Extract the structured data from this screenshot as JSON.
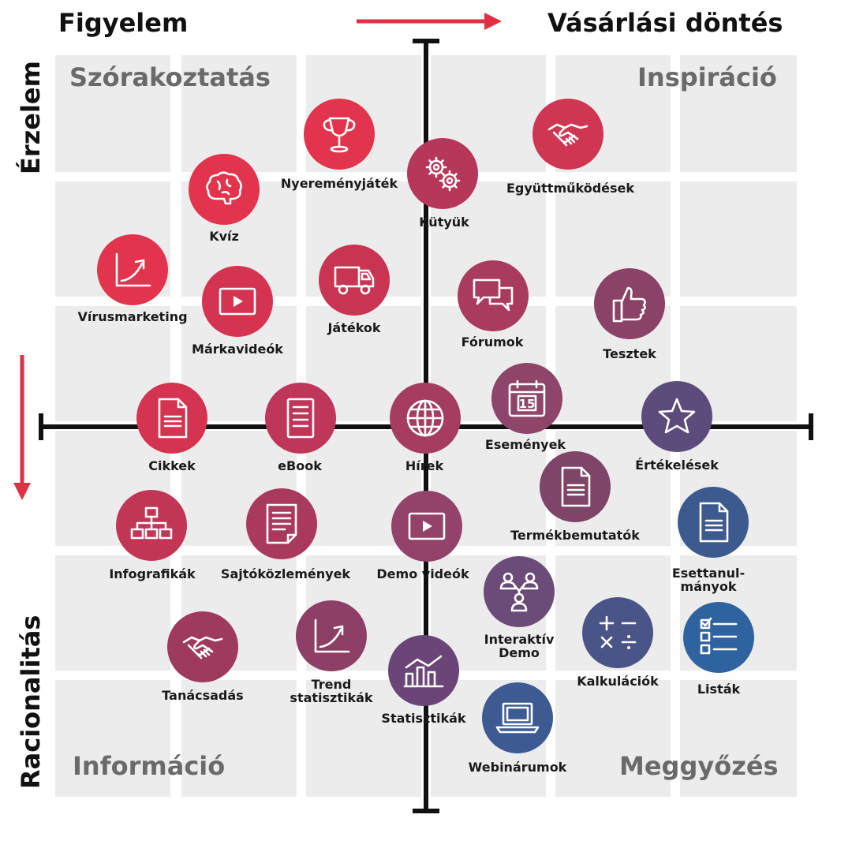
{
  "header": {
    "left": "Figyelem",
    "right": "Vásárlási döntés",
    "top_left_vertical": "Érzelem",
    "bottom_left_vertical": "Racionalitás"
  },
  "quadrants": {
    "top_left": "Szórakoztatás",
    "top_right": "Inspiráció",
    "bottom_left": "Információ",
    "bottom_right": "Meggyőzés"
  },
  "colors": {
    "accent_red": "#e03046",
    "axis": "#111111",
    "grid_cell": "#ececec"
  },
  "items": [
    {
      "key": "nyeremenyjatek",
      "label": "Nyereményjáték",
      "icon": "trophy-icon",
      "color": "#e2344d"
    },
    {
      "key": "egyuttmukodesek",
      "label": "Együttműködések",
      "icon": "handshake-icon",
      "color": "#cf3651"
    },
    {
      "key": "kutyuk",
      "label": "Kütyük",
      "icon": "gears-icon",
      "color": "#b7375a"
    },
    {
      "key": "kviz",
      "label": "Kvíz",
      "icon": "brain-icon",
      "color": "#e2344d"
    },
    {
      "key": "virusmarketing",
      "label": "Vírusmarketing",
      "icon": "growth-chart-icon",
      "color": "#e2344d"
    },
    {
      "key": "markavideok",
      "label": "Márkavideók",
      "icon": "video-play-icon",
      "color": "#d53450"
    },
    {
      "key": "jatekok",
      "label": "Játékok",
      "icon": "truck-icon",
      "color": "#c83553"
    },
    {
      "key": "forumok",
      "label": "Fórumok",
      "icon": "chat-bubbles-icon",
      "color": "#a93b5e"
    },
    {
      "key": "tesztek",
      "label": "Tesztek",
      "icon": "thumbs-up-icon",
      "color": "#8a4266"
    },
    {
      "key": "esemenyek",
      "label": "Események",
      "icon": "calendar-icon",
      "color": "#8e4568"
    },
    {
      "key": "cikkek",
      "label": "Cikkek",
      "icon": "document-icon",
      "color": "#d53450"
    },
    {
      "key": "ebook",
      "label": "eBook",
      "icon": "ebook-icon",
      "color": "#be3658"
    },
    {
      "key": "hirek",
      "label": "Hírek",
      "icon": "globe-icon",
      "color": "#a43d60"
    },
    {
      "key": "ertekelesek",
      "label": "Értékelések",
      "icon": "star-icon",
      "color": "#5c4c7c"
    },
    {
      "key": "termekbemutatok",
      "label": "Termékbemutatók",
      "icon": "document-icon",
      "color": "#7e4568"
    },
    {
      "key": "infografikak",
      "label": "Infografikák",
      "icon": "org-chart-icon",
      "color": "#c23655"
    },
    {
      "key": "sajtokozlemenyek",
      "label": "Sajtóközlemények",
      "icon": "press-release-icon",
      "color": "#a93a5d"
    },
    {
      "key": "demo_videok",
      "label": "Demo videók",
      "icon": "video-play-icon",
      "color": "#93426a"
    },
    {
      "key": "esettanulmanyok",
      "label": "Esettanul-\nmányok",
      "icon": "document-icon",
      "color": "#3d5a8e"
    },
    {
      "key": "interaktiv_demo",
      "label": "Interaktív\nDemo",
      "icon": "people-network-icon",
      "color": "#6b4b78"
    },
    {
      "key": "kalkulaciok",
      "label": "Kalkulációk",
      "icon": "calculator-icon",
      "color": "#4a5486"
    },
    {
      "key": "listak",
      "label": "Listák",
      "icon": "checklist-icon",
      "color": "#2f63a0"
    },
    {
      "key": "tanacsadas",
      "label": "Tanácsadás",
      "icon": "handshake-icon",
      "color": "#9e3a5e"
    },
    {
      "key": "trend_statisztikak",
      "label": "Trend\nstatisztikák",
      "icon": "growth-chart-icon",
      "color": "#8e3f66"
    },
    {
      "key": "statisztikak",
      "label": "Statisztikák",
      "icon": "bar-trend-icon",
      "color": "#6b4478"
    },
    {
      "key": "webinarumok",
      "label": "Webinárumok",
      "icon": "laptop-icon",
      "color": "#3d5a92"
    }
  ]
}
